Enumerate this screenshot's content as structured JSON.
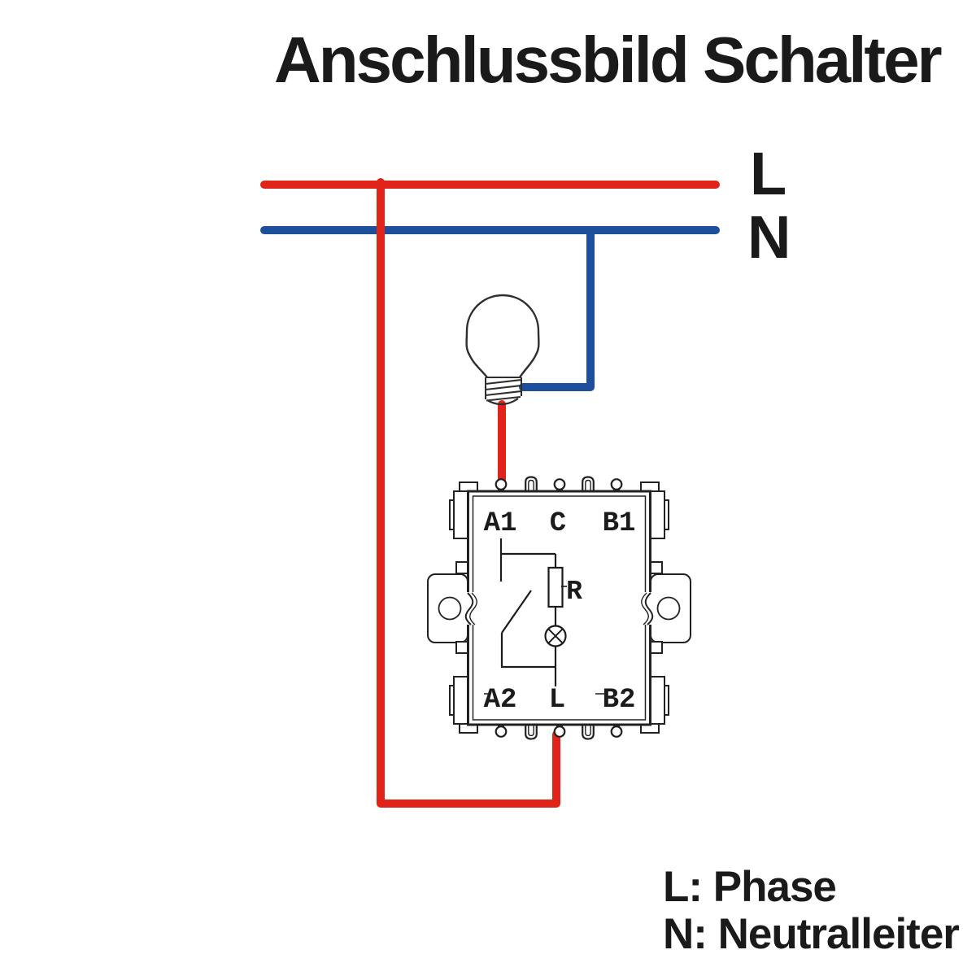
{
  "title": "Anschlussbild Schalter",
  "colors": {
    "phase": "#e02419",
    "neutral": "#1e4f9d",
    "ink": "#1a1a1a"
  },
  "bus": {
    "phase_label": "L",
    "neutral_label": "N"
  },
  "switch_box": {
    "terminals_top": [
      "A1",
      "C",
      "B1"
    ],
    "terminals_bottom": [
      "A2",
      "L",
      "B2"
    ],
    "resistor_label": "R"
  },
  "legend": {
    "phase": "L: Phase",
    "neutral": "N: Neutralleiter"
  }
}
